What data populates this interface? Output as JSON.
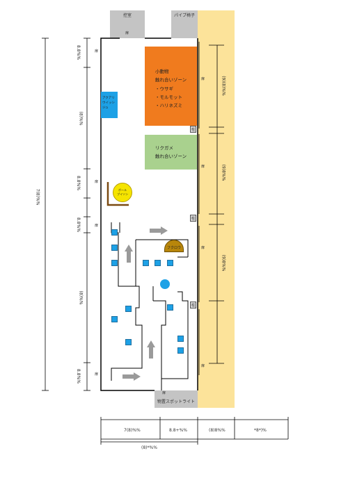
{
  "rooms": {
    "top_left_label": "控室",
    "top_right_label": "パイプ椅子",
    "bottom_label": "物置スポットライト"
  },
  "door_label": "扉",
  "pillar_label": "柱",
  "zones": {
    "small_animals": {
      "lines": [
        "小動物",
        "触れ合いゾーン",
        "・ウサギ",
        "・モルモット",
        "・ハリネズミ"
      ],
      "color": "#f07b1e"
    },
    "tortoise": {
      "lines": [
        "リクガメ",
        "触れ合いゾーン"
      ],
      "color": "#a9d18e"
    },
    "aqua": {
      "lines": [
        "アクアリ",
        "ウイッシ",
        "ジュ"
      ],
      "color": "#1da1e6"
    },
    "ball": {
      "lines": [
        "ボール",
        "プイソン"
      ],
      "color": "#f5e400"
    },
    "owl": {
      "label": "フクロウ",
      "color": "#b8860b"
    }
  },
  "background_band_color": "#fce39a",
  "dimensions": {
    "left_total": "7(8)%%",
    "left_seg1": "8.8%%",
    "left_seg2": "(8)%%",
    "left_seg3": "8.8%%",
    "left_seg4": "8.8%%",
    "left_seg5": "(8)%%",
    "left_seg6": "8.8%%",
    "right_seg1": "(9)(8)%%",
    "right_seg2": "(9)8%%",
    "right_seg3": "(9)8%%",
    "bottom_seg1": "7(8)%%",
    "bottom_seg2": "8.8+%%",
    "bottom_seg3": "(8)8%%",
    "bottom_seg4": "*8*)%",
    "bottom_total": "(8)*%%"
  }
}
